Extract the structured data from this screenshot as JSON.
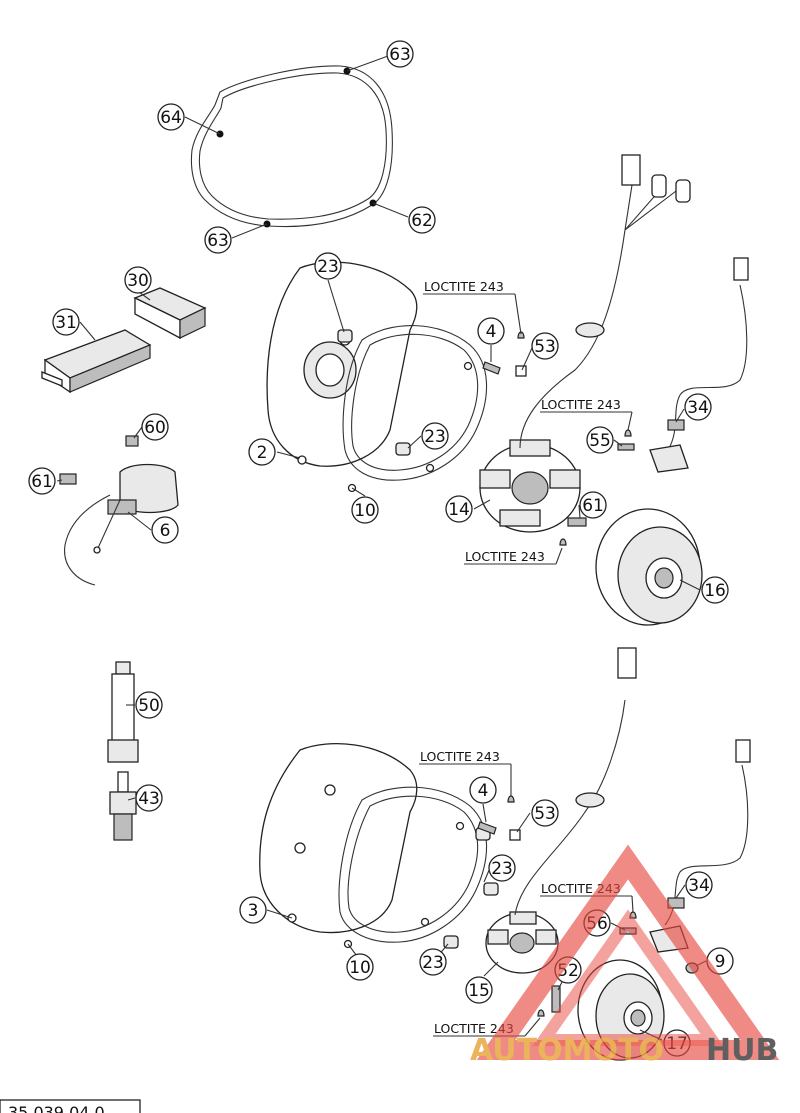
{
  "callouts": [
    {
      "id": "c1",
      "label": "63"
    },
    {
      "id": "c2",
      "label": "64"
    },
    {
      "id": "c3",
      "label": "62"
    },
    {
      "id": "c4",
      "label": "63"
    },
    {
      "id": "c5",
      "label": "30"
    },
    {
      "id": "c6",
      "label": "31"
    },
    {
      "id": "c7",
      "label": "23"
    },
    {
      "id": "c8",
      "label": "4"
    },
    {
      "id": "c9",
      "label": "53"
    },
    {
      "id": "c10",
      "label": "34"
    },
    {
      "id": "c11",
      "label": "60"
    },
    {
      "id": "c12",
      "label": "2"
    },
    {
      "id": "c13",
      "label": "23"
    },
    {
      "id": "c14",
      "label": "55"
    },
    {
      "id": "c15",
      "label": "61"
    },
    {
      "id": "c16",
      "label": "6"
    },
    {
      "id": "c17",
      "label": "10"
    },
    {
      "id": "c18",
      "label": "14"
    },
    {
      "id": "c19",
      "label": "61"
    },
    {
      "id": "c20",
      "label": "16"
    },
    {
      "id": "c21",
      "label": "50"
    },
    {
      "id": "c22",
      "label": "4"
    },
    {
      "id": "c23",
      "label": "53"
    },
    {
      "id": "c24",
      "label": "43"
    },
    {
      "id": "c25",
      "label": "23"
    },
    {
      "id": "c26",
      "label": "34"
    },
    {
      "id": "c27",
      "label": "3"
    },
    {
      "id": "c28",
      "label": "56"
    },
    {
      "id": "c29",
      "label": "9"
    },
    {
      "id": "c30",
      "label": "10"
    },
    {
      "id": "c31",
      "label": "23"
    },
    {
      "id": "c32",
      "label": "52"
    },
    {
      "id": "c33",
      "label": "15"
    },
    {
      "id": "c34",
      "label": "17"
    }
  ],
  "loctite_labels": [
    "LOCTITE 243",
    "LOCTITE 243",
    "LOCTITE 243",
    "LOCTITE 243",
    "LOCTITE 243",
    "LOCTITE 243"
  ],
  "watermark": {
    "part1": "AUTOMOTO",
    "part2": "HUB",
    "color": "#e8483f",
    "color2": "#444444"
  },
  "footer_code": "35 039 04 0"
}
